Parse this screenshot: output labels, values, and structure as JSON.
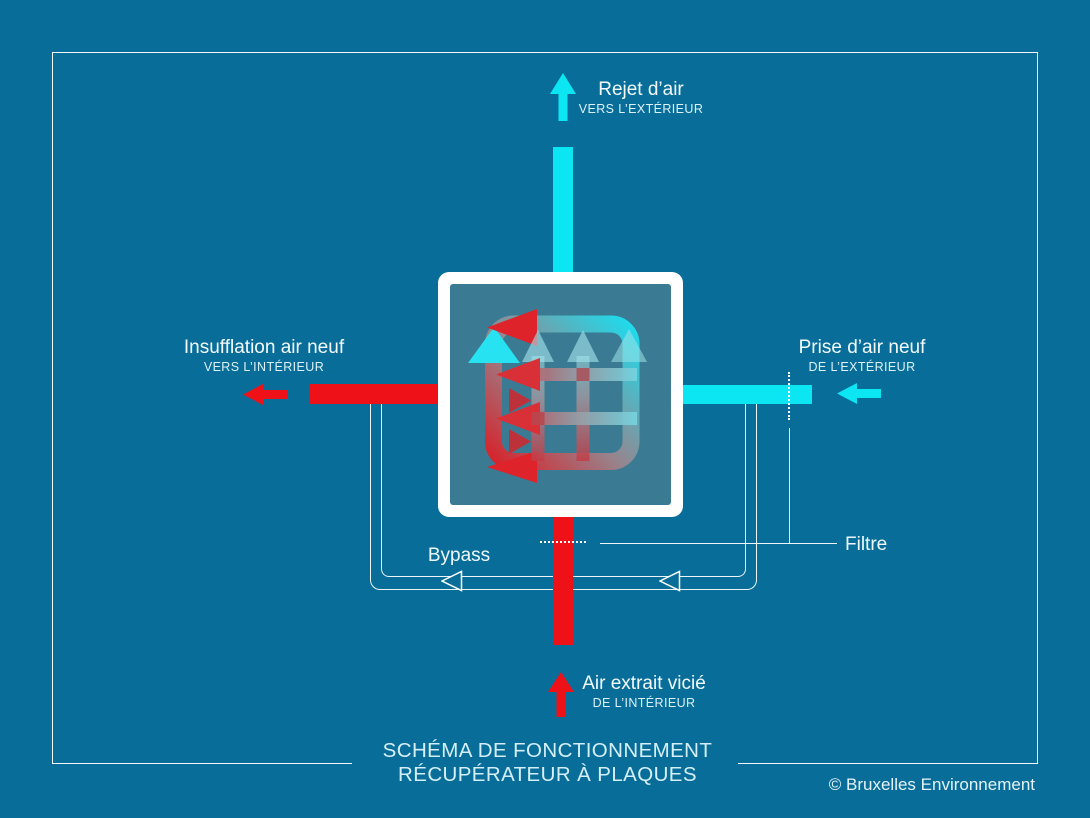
{
  "diagram": {
    "labels": {
      "exhaust": {
        "main": "Rejet d’air",
        "sub": "VERS L’EXTÉRIEUR"
      },
      "supply": {
        "main": "Insufflation air neuf",
        "sub": "VERS L’INTÉRIEUR"
      },
      "intake": {
        "main": "Prise d’air neuf",
        "sub": "DE L’EXTÉRIEUR"
      },
      "extract": {
        "main": "Air extrait vicié",
        "sub": "DE L’INTÉRIEUR"
      },
      "bypass": "Bypass",
      "filter": "Filtre"
    },
    "title": {
      "line1": "SCHÉMA DE FONCTIONNEMENT",
      "line2": "RÉCUPÉRATEUR À PLAQUES"
    },
    "credit": "© Bruxelles Environnement",
    "colors": {
      "background": "#086e99",
      "fresh_air_cyan": "#0ce6f2",
      "stale_air_red": "#ee1117",
      "line_white": "#ffffff",
      "exchanger_panel": "#3a7b93",
      "title_text": "#d5eff8"
    },
    "icons": [
      "up-arrow-icon",
      "left-arrow-icon",
      "bypass-direction-icon",
      "heat-exchanger-illustration"
    ]
  }
}
